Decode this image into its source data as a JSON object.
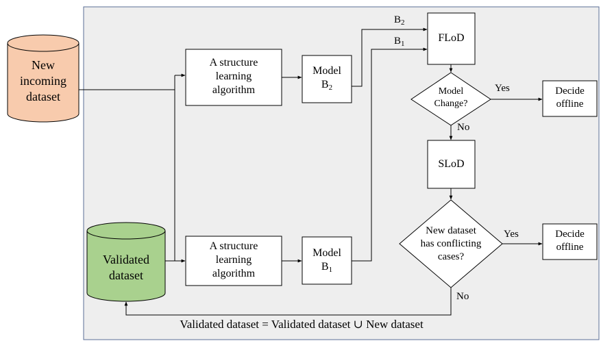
{
  "nodes": {
    "new_incoming_dataset": {
      "line1": "New",
      "line2": "incoming",
      "line3": "dataset",
      "color": "#f8cbad"
    },
    "validated_dataset": {
      "line1": "Validated",
      "line2": "dataset",
      "color": "#a9d18e"
    },
    "structure_learning_top": {
      "line1": "A structure",
      "line2": "learning",
      "line3": "algorithm"
    },
    "structure_learning_bottom": {
      "line1": "A structure",
      "line2": "learning",
      "line3": "algorithm"
    },
    "model_b2": {
      "line1": "Model",
      "line2_base": "B",
      "line2_sub": "2"
    },
    "model_b1": {
      "line1": "Model",
      "line2_base": "B",
      "line2_sub": "1"
    },
    "flod": {
      "label": "FLoD"
    },
    "slod": {
      "label": "SLoD"
    },
    "model_change": {
      "line1": "Model",
      "line2": "Change?"
    },
    "conflict": {
      "line1": "New dataset",
      "line2": "has conflicting",
      "line3": "cases?"
    },
    "decide_offline_top": {
      "line1": "Decide",
      "line2": "offline"
    },
    "decide_offline_bottom": {
      "line1": "Decide",
      "line2": "offline"
    }
  },
  "edge_labels": {
    "b2_base": "B",
    "b2_sub": "2",
    "b1_base": "B",
    "b1_sub": "1",
    "yes_top": "Yes",
    "no_top": "No",
    "yes_bottom": "Yes",
    "no_bottom": "No"
  },
  "footer": {
    "text": "Validated dataset = Validated dataset ∪ New dataset"
  },
  "colors": {
    "panel_bg": "#eeeeee",
    "panel_border": "#5a6e96",
    "line": "#000000"
  }
}
